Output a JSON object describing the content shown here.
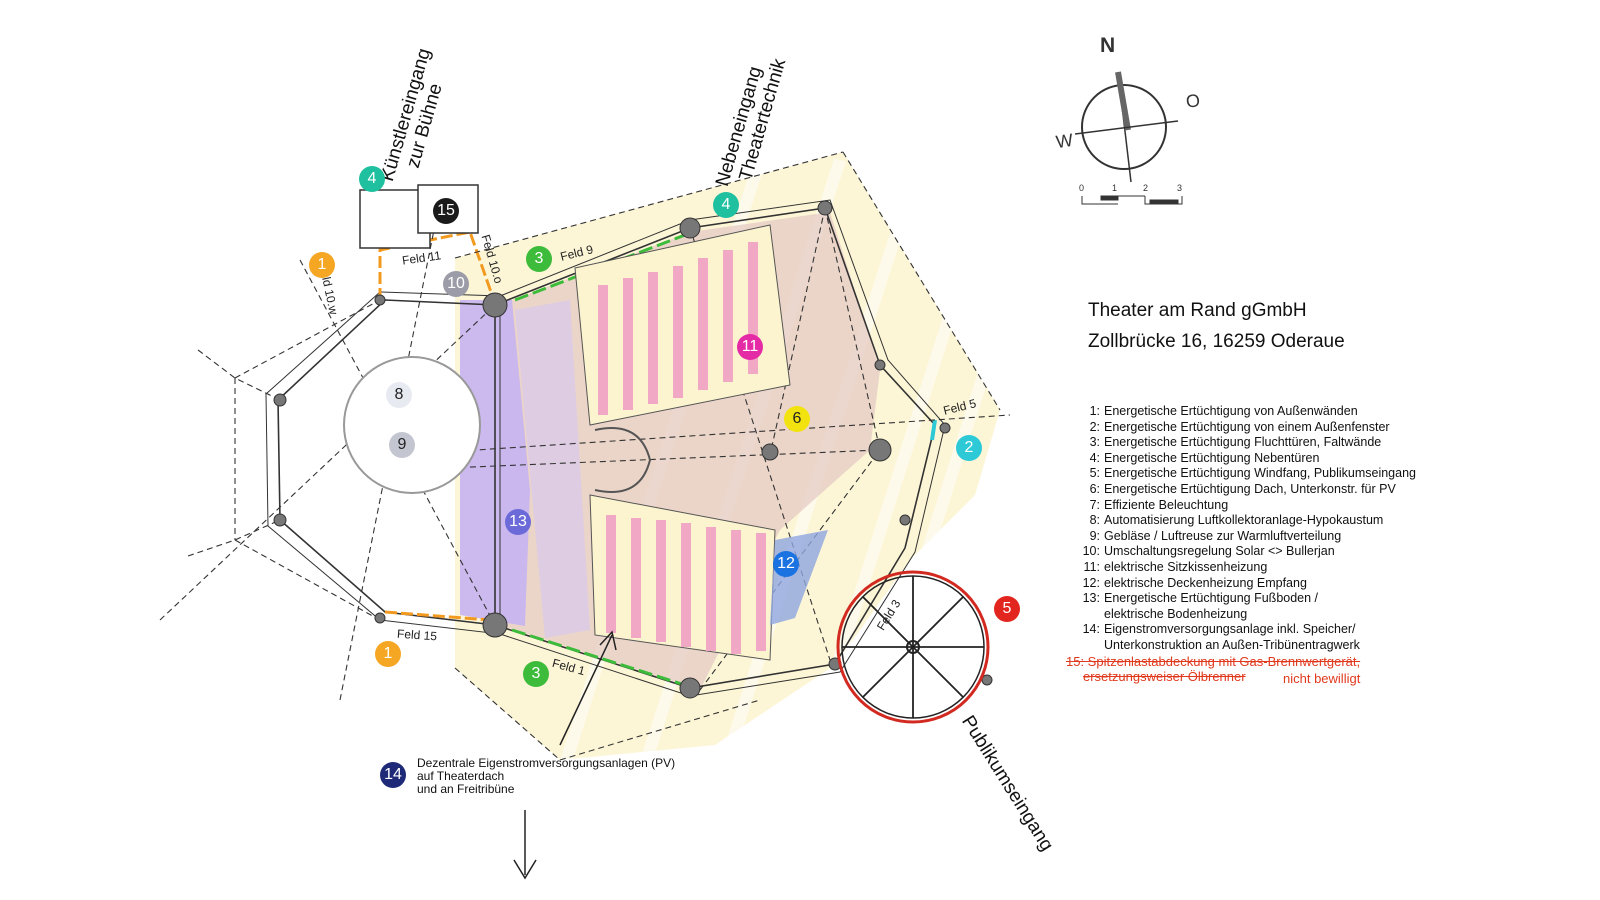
{
  "header": {
    "org": "Theater am Rand gGmbH",
    "address": "Zollbrücke 16, 16259 Oderaue"
  },
  "entrances": {
    "kuenstler": {
      "line1": "Künstlereingang",
      "line2": "zur Bühne"
    },
    "neben": {
      "line1": "Nebeneingang",
      "line2": "Theatertechnik"
    },
    "publikum": "Publikumseingang"
  },
  "fields": {
    "feld_9": "Feld 9",
    "feld_11": "Feld 11",
    "feld_10w": "Feld 10.w",
    "feld_10o": "Feld 10.o",
    "feld_5": "Feld 5",
    "feld_15": "Feld 15",
    "feld_1": "Feld 1",
    "feld_3": "Feld 3"
  },
  "compass": {
    "north": "N",
    "east": "O",
    "west": "W",
    "scale": [
      "0",
      "1",
      "2",
      "3"
    ]
  },
  "markers": [
    {
      "id": "m1a",
      "label": "1",
      "color": "#f5a623"
    },
    {
      "id": "m1b",
      "label": "1",
      "color": "#f5a623"
    },
    {
      "id": "m2",
      "label": "2",
      "color": "#2ec9d6"
    },
    {
      "id": "m3a",
      "label": "3",
      "color": "#3dbb3a"
    },
    {
      "id": "m3b",
      "label": "3",
      "color": "#3dbb3a"
    },
    {
      "id": "m4a",
      "label": "4",
      "color": "#1fc0a0"
    },
    {
      "id": "m4b",
      "label": "4",
      "color": "#1fc0a0"
    },
    {
      "id": "m5",
      "label": "5",
      "color": "#e2261f"
    },
    {
      "id": "m6",
      "label": "6",
      "color": "#f2e310"
    },
    {
      "id": "m8",
      "label": "8",
      "color": "#e8eaf2"
    },
    {
      "id": "m9",
      "label": "9",
      "color": "#c3c6d1"
    },
    {
      "id": "m10",
      "label": "10",
      "color": "#9c9ca8"
    },
    {
      "id": "m11",
      "label": "11",
      "color": "#e52aa6"
    },
    {
      "id": "m12",
      "label": "12",
      "color": "#1a73e0"
    },
    {
      "id": "m13",
      "label": "13",
      "color": "#6b6ad8"
    },
    {
      "id": "m14",
      "label": "14",
      "color": "#1e2a78"
    },
    {
      "id": "m15",
      "label": "15",
      "color": "#1a1a1a"
    }
  ],
  "legend": [
    {
      "n": "1:",
      "text": "Energetische Ertüchtigung von Außenwänden"
    },
    {
      "n": "2:",
      "text": "Energetische Ertüchtigung von einem Außenfenster"
    },
    {
      "n": "3:",
      "text": "Energetische Ertüchtigung Fluchttüren, Faltwände"
    },
    {
      "n": "4:",
      "text": "Energetische Ertüchtigung Nebentüren"
    },
    {
      "n": "5:",
      "text": "Energetische Ertüchtigung Windfang, Publikumseingang"
    },
    {
      "n": "6:",
      "text": "Energetische Ertüchtigung Dach, Unterkonstr. für PV"
    },
    {
      "n": "7:",
      "text": "Effiziente Beleuchtung"
    },
    {
      "n": "8:",
      "text": "Automatisierung Luftkollektoranlage-Hypokaustum"
    },
    {
      "n": "9:",
      "text": "Gebläse / Luftreuse zur Warmluftverteilung"
    },
    {
      "n": "10:",
      "text": "Umschaltungsregelung Solar <> Bullerjan"
    },
    {
      "n": "11:",
      "text": "elektrische Sitzkissenheizung"
    },
    {
      "n": "12:",
      "text": "elektrische Deckenheizung Empfang"
    },
    {
      "n": "13:",
      "text": "Energetische Ertüchtigung Fußboden /"
    },
    {
      "n": "",
      "text": "elektrische Bodenheizung"
    },
    {
      "n": "14:",
      "text": "Eigenstromversorgungsanlage inkl. Speicher/"
    },
    {
      "n": "",
      "text": "Unterkonstruktion an Außen-Tribünentragwerk"
    }
  ],
  "struck_item": {
    "line1": "15: Spitzenlastabdeckung mit Gas-Brennwertgerät,",
    "line2": "ersetzungsweiser Ölbrenner",
    "status": "nicht bewilligt"
  },
  "pv_note": {
    "line1": "Dezentrale Eigenstromversorgungsanlagen (PV)",
    "line2": "auf Theaterdach",
    "line3": "und an Freitribüne"
  }
}
